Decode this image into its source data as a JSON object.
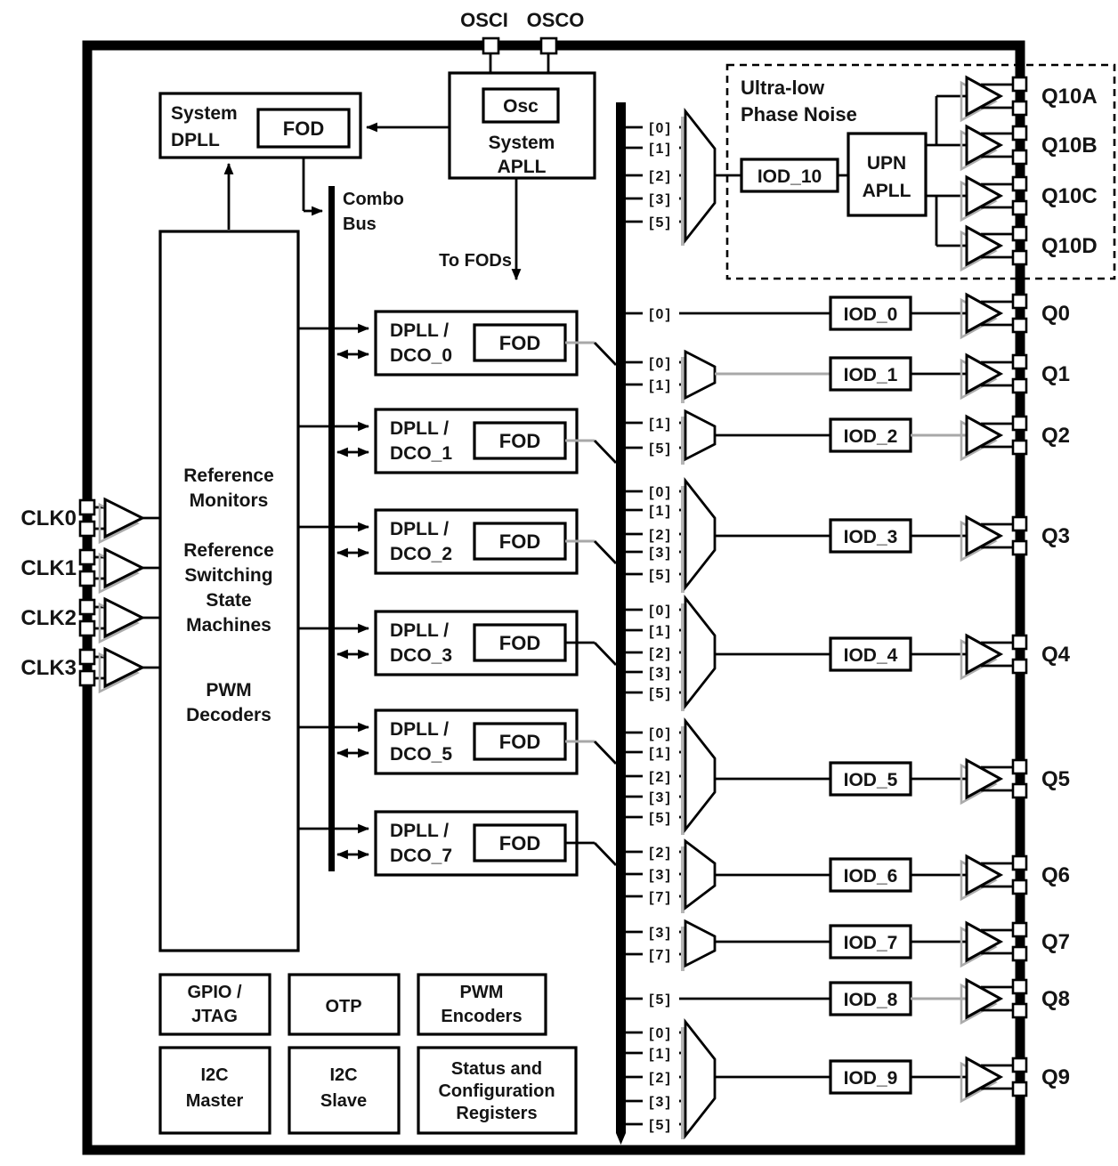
{
  "colors": {
    "line": "#000000",
    "gray_line": "#a8a8a8",
    "background": "#ffffff",
    "text": "#141414"
  },
  "top_pins": {
    "osci": "OSCI",
    "osco": "OSCO"
  },
  "system_dpll": {
    "line1": "System",
    "line2": "DPLL",
    "fod": "FOD"
  },
  "system_apll": {
    "osc": "Osc",
    "line1": "System",
    "line2": "APLL"
  },
  "combo_bus": {
    "line1": "Combo",
    "line2": "Bus"
  },
  "to_fods_label": "To FODs",
  "clk_inputs": [
    "CLK0",
    "CLK1",
    "CLK2",
    "CLK3"
  ],
  "reference_block": {
    "lines": [
      "Reference",
      "Monitors",
      "Reference",
      "Switching",
      "State",
      "Machines",
      "PWM",
      "Decoders"
    ]
  },
  "dpll_blocks": [
    {
      "line1": "DPLL /",
      "line2": "DCO_0",
      "fod": "FOD"
    },
    {
      "line1": "DPLL /",
      "line2": "DCO_1",
      "fod": "FOD"
    },
    {
      "line1": "DPLL /",
      "line2": "DCO_2",
      "fod": "FOD"
    },
    {
      "line1": "DPLL /",
      "line2": "DCO_3",
      "fod": "FOD"
    },
    {
      "line1": "DPLL /",
      "line2": "DCO_5",
      "fod": "FOD"
    },
    {
      "line1": "DPLL /",
      "line2": "DCO_7",
      "fod": "FOD"
    }
  ],
  "upn_section": {
    "title1": "Ultra-low",
    "title2": "Phase Noise",
    "iod": "IOD_10",
    "upn1": "UPN",
    "upn2": "APLL",
    "mux_inputs": [
      "[0]",
      "[1]",
      "[2]",
      "[3]",
      "[5]"
    ],
    "outputs": [
      "Q10A",
      "Q10B",
      "Q10C",
      "Q10D"
    ]
  },
  "outputs": [
    {
      "iod": "IOD_0",
      "q": "Q0",
      "inputs": [
        "[0]"
      ]
    },
    {
      "iod": "IOD_1",
      "q": "Q1",
      "inputs": [
        "[0]",
        "[1]"
      ]
    },
    {
      "iod": "IOD_2",
      "q": "Q2",
      "inputs": [
        "[1]",
        "[5]"
      ]
    },
    {
      "iod": "IOD_3",
      "q": "Q3",
      "inputs": [
        "[0]",
        "[1]",
        "[2]",
        "[3]",
        "[5]"
      ]
    },
    {
      "iod": "IOD_4",
      "q": "Q4",
      "inputs": [
        "[0]",
        "[1]",
        "[2]",
        "[3]",
        "[5]"
      ]
    },
    {
      "iod": "IOD_5",
      "q": "Q5",
      "inputs": [
        "[0]",
        "[1]",
        "[2]",
        "[3]",
        "[5]"
      ]
    },
    {
      "iod": "IOD_6",
      "q": "Q6",
      "inputs": [
        "[2]",
        "[3]",
        "[7]"
      ]
    },
    {
      "iod": "IOD_7",
      "q": "Q7",
      "inputs": [
        "[3]",
        "[7]"
      ]
    },
    {
      "iod": "IOD_8",
      "q": "Q8",
      "inputs": [
        "[5]"
      ]
    },
    {
      "iod": "IOD_9",
      "q": "Q9",
      "inputs": [
        "[0]",
        "[1]",
        "[2]",
        "[3]",
        "[5]"
      ]
    }
  ],
  "bottom_blocks": [
    {
      "lines": [
        "GPIO /",
        "JTAG"
      ]
    },
    {
      "lines": [
        "OTP"
      ]
    },
    {
      "lines": [
        "PWM",
        "Encoders"
      ]
    },
    {
      "lines": [
        "I2C",
        "Master"
      ]
    },
    {
      "lines": [
        "I2C",
        "Slave"
      ]
    },
    {
      "lines": [
        "Status and",
        "Configuration",
        "Registers"
      ]
    }
  ]
}
